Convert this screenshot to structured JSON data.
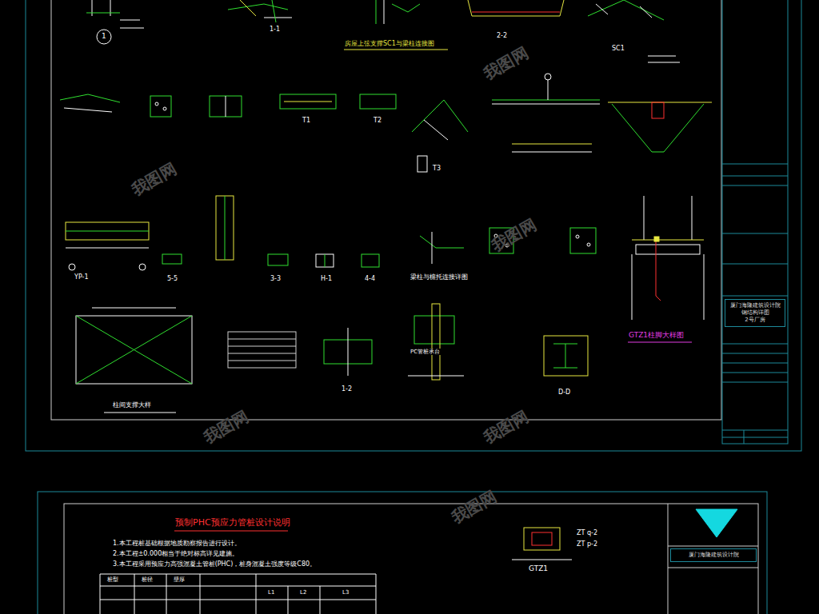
{
  "diagram": {
    "nodes": [
      {
        "text": [
          "厦门海隆建筑设计院",
          "钢结构详图",
          "2号厂房"
        ]
      },
      {
        "text": [
          "厦门海隆建筑设计院"
        ]
      }
    ],
    "labels": [
      "1",
      "1-1",
      "房屋上弦支撑SC1与梁柱连接图",
      "2-2",
      "SC1",
      "T1",
      "T2",
      "T3",
      "YP-1",
      "5-5",
      "3-3",
      "H-1",
      "4-4",
      "梁柱与檩托连接详图",
      "GTZ1柱脚大样图",
      "PC管桩承台",
      "1-2",
      "D-D",
      "柱间支撑大样",
      "预制PHC预应力管桩设计说明",
      "1.本工程桩基础根据地质勘察报告进行设计。",
      "2.本工程±0.000相当于绝对标高详见建施。",
      "3.本工程采用预应力高强混凝土管桩(PHC)，桩身混凝土强度等级C80。",
      "桩型",
      "桩径",
      "壁厚",
      "L1",
      "L2",
      "L3",
      "ZT q-2",
      "ZT p-2",
      "GTZ1",
      "我图网",
      "我图网",
      "我图网",
      "我图网",
      "我图网",
      "我图网"
    ]
  }
}
